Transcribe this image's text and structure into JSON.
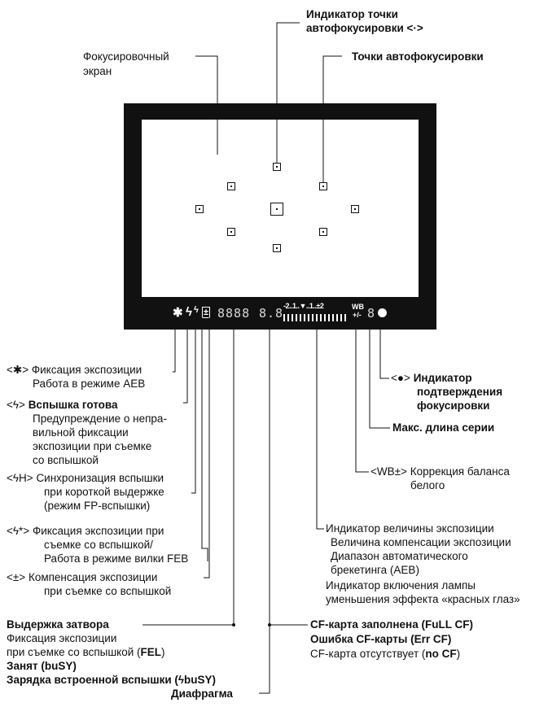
{
  "labels": {
    "af_indicator_1": "Индикатор точки",
    "af_indicator_2": "автофокусировки <·>",
    "af_points": "Точки автофокусировки",
    "focus_screen_1": "Фокусировочный",
    "focus_screen_2": "экран",
    "ae_lock_icon": "<✱>",
    "ae_lock_1": "Фиксация экспозиции",
    "ae_lock_2": "Работа в режиме AEB",
    "flash_ready_icon": "<ϟ>",
    "flash_ready_title": "Вспышка готова",
    "flash_ready_1": "Предупреждение о непра-",
    "flash_ready_2": "вильной фиксации",
    "flash_ready_3": "экспозиции при съемке",
    "flash_ready_4": "со вспышкой",
    "fp_icon": "<ϟH>",
    "fp_1": "Синхронизация вспышки",
    "fp_2": "при короткой выдержке",
    "fp_3": "(режим FP-вспышки)",
    "fel_icon": "<ϟ*>",
    "fel_1": "Фиксация экспозиции при",
    "fel_2": "съемке со вспышкой/",
    "fel_3": "Работа в режиме вилки FEB",
    "fcomp_icon": "<±>",
    "fcomp_1": "Компенсация экспозиции",
    "fcomp_2": "при съемке со вспышкой",
    "shutter_title": "Выдержка затвора",
    "shutter_1": "Фиксация экспозиции",
    "shutter_2a": "при съемке со вспышкой (",
    "shutter_2b": "FEL",
    "shutter_2c": ")",
    "shutter_3a": "Занят (",
    "shutter_3b": "buSY",
    "shutter_3c": ")",
    "shutter_4": "Зарядка встроенной вспышки (ϟbuSY)",
    "aperture": "Диафрагма",
    "focus_confirm_icon": "<●>",
    "focus_confirm_1": "Индикатор",
    "focus_confirm_2": "подтверждения",
    "focus_confirm_3": "фокусировки",
    "max_burst": "Макс. длина серии",
    "wb_icon": "<WB±>",
    "wb_1": "Коррекция баланса",
    "wb_2": "белого",
    "exposure_1": "Индикатор величины экспозиции",
    "exposure_2": "Величина компенсации экспозиции",
    "exposure_3": "Диапазон автоматического",
    "exposure_4": "брекетинга (AEB)",
    "exposure_5": "Индикатор включения лампы",
    "exposure_6": "уменьшения эффекта «красных глаз»",
    "cf_1a": "CF-карта заполнена (",
    "cf_1b": "FuLL CF",
    "cf_1c": ")",
    "cf_2a": "Ошибка CF-карты (",
    "cf_2b": "Err CF",
    "cf_2c": ")",
    "cf_3a": "CF-карта отсутствует (",
    "cf_3b": "no CF",
    "cf_3c": ")"
  },
  "display": {
    "shutter_digits": "8888",
    "aperture_digits": "8.8",
    "scale_text": "-2..1..▼..1..±2",
    "burst_digit": "8",
    "wb_text": "WB"
  }
}
